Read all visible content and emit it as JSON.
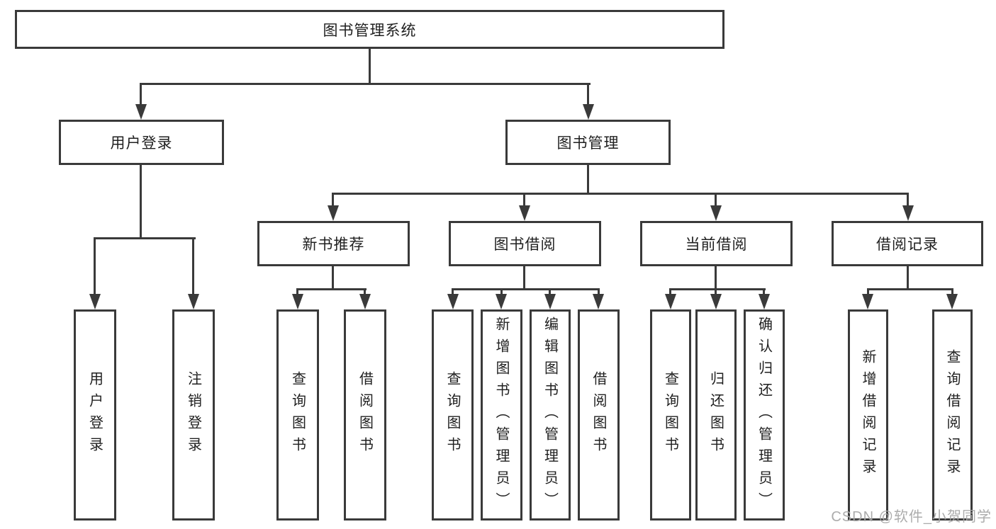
{
  "diagram": {
    "root": "图书管理系统",
    "branches": [
      {
        "label": "用户登录",
        "leaves": [
          "用户登录",
          "注销登录"
        ]
      },
      {
        "label": "图书管理",
        "groups": [
          {
            "label": "新书推荐",
            "leaves": [
              "查询图书",
              "借阅图书"
            ]
          },
          {
            "label": "图书借阅",
            "leaves": [
              "查询图书",
              "新增图书（管理员）",
              "编辑图书（管理员）",
              "借阅图书"
            ]
          },
          {
            "label": "当前借阅",
            "leaves": [
              "查询图书",
              "归还图书",
              "确认归还（管理员）"
            ]
          },
          {
            "label": "借阅记录",
            "leaves": [
              "新增借阅记录",
              "查询借阅记录"
            ]
          }
        ]
      }
    ]
  },
  "watermark": "CSDN @软件_小贺同学",
  "colors": {
    "line": "#3a3a3a",
    "text": "#1f1f1f",
    "watermark": "#a8a8a8",
    "background": "#ffffff"
  }
}
